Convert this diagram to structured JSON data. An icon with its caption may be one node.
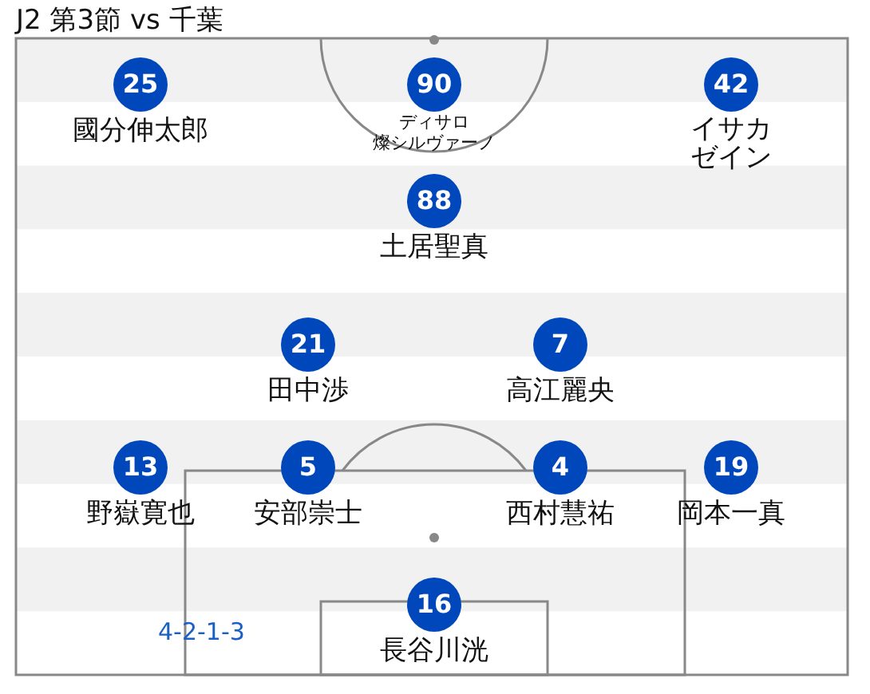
{
  "diagram": {
    "title": "J2 第3節 vs 千葉",
    "nodes": [
      {
        "text": [
          "25"
        ],
        "beside": [
          "國分伸太郎"
        ]
      },
      {
        "text": [
          "90"
        ],
        "beside": [
          "ディサロ燦シルヴァーノ"
        ]
      },
      {
        "text": [
          "42"
        ],
        "beside": [
          "イサカゼイン"
        ]
      },
      {
        "text": [
          "88"
        ],
        "beside": [
          "土居聖真"
        ]
      },
      {
        "text": [
          "21"
        ],
        "beside": [
          "田中渉"
        ]
      },
      {
        "text": [
          "7"
        ],
        "beside": [
          "高江麗央"
        ]
      },
      {
        "text": [
          "13"
        ],
        "beside": [
          "野嶽寛也"
        ]
      },
      {
        "text": [
          "5"
        ],
        "beside": [
          "安部崇士"
        ]
      },
      {
        "text": [
          "4"
        ],
        "beside": [
          "西村慧祐"
        ]
      },
      {
        "text": [
          "19"
        ],
        "beside": [
          "岡本一真"
        ]
      },
      {
        "text": [
          "16"
        ],
        "beside": [
          "長谷川洸"
        ]
      }
    ],
    "labels": [
      "4-2-1-3"
    ]
  }
}
